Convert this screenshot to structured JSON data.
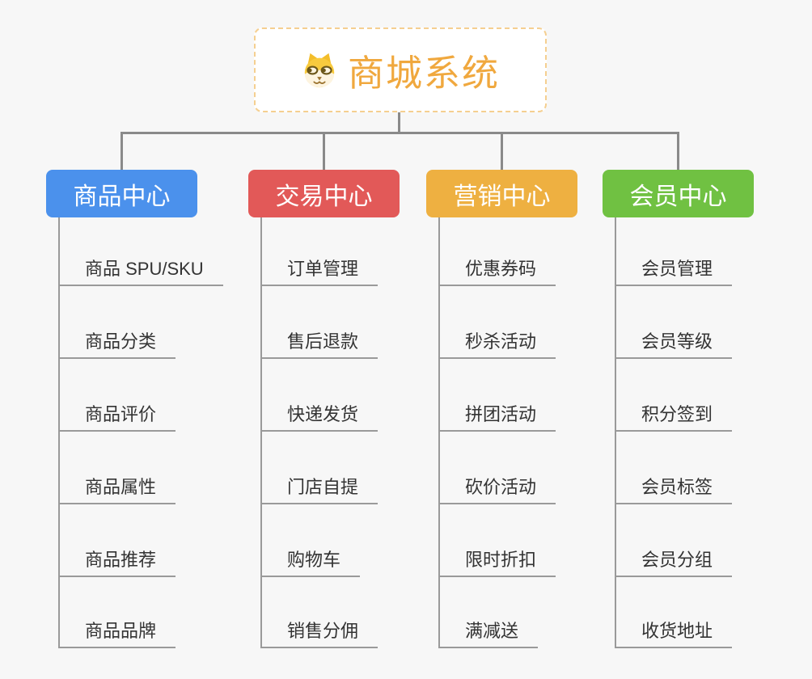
{
  "root": {
    "title": "商城系统",
    "icon": "dog-face-icon",
    "title_color": "#f0a83e",
    "border_color": "#f5cf90"
  },
  "connector_color": "#8a8a8a",
  "branches": [
    {
      "label": "商品中心",
      "color": "#4b91ec",
      "children": [
        "商品 SPU/SKU",
        "商品分类",
        "商品评价",
        "商品属性",
        "商品推荐",
        "商品品牌"
      ]
    },
    {
      "label": "交易中心",
      "color": "#e25958",
      "children": [
        "订单管理",
        "售后退款",
        "快递发货",
        "门店自提",
        "购物车",
        "销售分佣"
      ]
    },
    {
      "label": "营销中心",
      "color": "#eeb041",
      "children": [
        "优惠券码",
        "秒杀活动",
        "拼团活动",
        "砍价活动",
        "限时折扣",
        "满减送"
      ]
    },
    {
      "label": "会员中心",
      "color": "#70c142",
      "children": [
        "会员管理",
        "会员等级",
        "积分签到",
        "会员标签",
        "会员分组",
        "收货地址"
      ]
    }
  ]
}
